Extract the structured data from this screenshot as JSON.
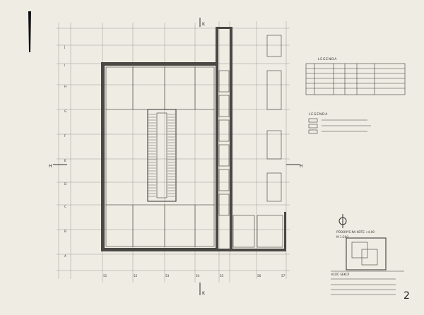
{
  "sheet": {
    "page_number": "2",
    "legend_titles": [
      "LEGENDA",
      "LEGENDA"
    ],
    "column_axis_labels": [
      "51",
      "52",
      "53",
      "54",
      "55",
      "56",
      "57"
    ],
    "row_axis_labels": [
      "J",
      "I",
      "H",
      "G",
      "F",
      "E",
      "D",
      "C",
      "B",
      "A"
    ],
    "section_markers": [
      "H",
      "H",
      "K",
      "K"
    ],
    "sheet_title": "PÔDORYS NA KÓTE +4,00",
    "scale": "M 1:200",
    "key_plan_label": "KĽÚČ SEKCIÍ"
  },
  "colors": {
    "paper": "#efece4",
    "ink": "#2b2a28",
    "grid": "#9c9a94"
  }
}
